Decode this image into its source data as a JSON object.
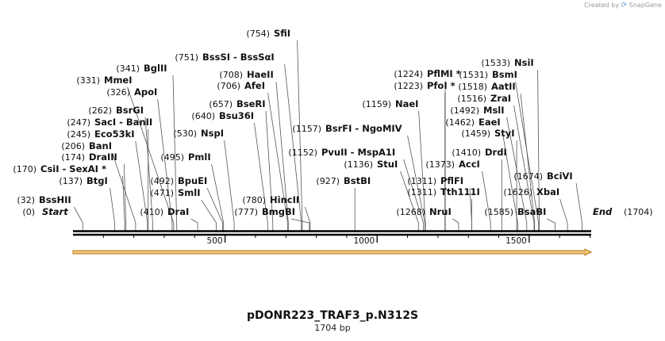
{
  "credit": {
    "prefix": "Created by",
    "brand": "SnapGene"
  },
  "plasmid": {
    "name": "pDONR223_TRAF3_p.N312S",
    "size_label": "1704 bp",
    "length": 1704
  },
  "ruler": {
    "ticks": [
      "500",
      "1000",
      "1500"
    ]
  },
  "ends": {
    "start": {
      "pos": "(0)",
      "label": "Start"
    },
    "end": {
      "pos": "(1704)",
      "label": "End"
    }
  },
  "colors": {
    "backbone": "#000000",
    "feature_fill": "#f2c77a",
    "feature_stroke": "#b37a18",
    "text": "#111111",
    "leader": "#555555"
  },
  "feature": {
    "direction": "forward",
    "start": 0,
    "end": 1704
  },
  "sites": [
    {
      "pos": "(32)",
      "name": "BssHII"
    },
    {
      "pos": "(137)",
      "name": "BtgI"
    },
    {
      "pos": "(170)",
      "name": "CsiI - SexAI *"
    },
    {
      "pos": "(174)",
      "name": "DraIII"
    },
    {
      "pos": "(206)",
      "name": "BanI"
    },
    {
      "pos": "(245)",
      "name": "Eco53kI"
    },
    {
      "pos": "(247)",
      "name": "SacI - BanII"
    },
    {
      "pos": "(262)",
      "name": "BsrGI"
    },
    {
      "pos": "(326)",
      "name": "ApoI"
    },
    {
      "pos": "(331)",
      "name": "MmeI"
    },
    {
      "pos": "(341)",
      "name": "BglII"
    },
    {
      "pos": "(410)",
      "name": "DraI"
    },
    {
      "pos": "(471)",
      "name": "SmlI"
    },
    {
      "pos": "(492)",
      "name": "BpuEI"
    },
    {
      "pos": "(495)",
      "name": "PmlI"
    },
    {
      "pos": "(530)",
      "name": "NspI"
    },
    {
      "pos": "(640)",
      "name": "Bsu36I"
    },
    {
      "pos": "(657)",
      "name": "BseRI"
    },
    {
      "pos": "(706)",
      "name": "AfeI"
    },
    {
      "pos": "(708)",
      "name": "HaeII"
    },
    {
      "pos": "(751)",
      "name": "BssSI - BssSαI"
    },
    {
      "pos": "(754)",
      "name": "SfiI"
    },
    {
      "pos": "(777)",
      "name": "BmgBI"
    },
    {
      "pos": "(780)",
      "name": "HincII"
    },
    {
      "pos": "(927)",
      "name": "BstBI"
    },
    {
      "pos": "(1136)",
      "name": "StuI"
    },
    {
      "pos": "(1152)",
      "name": "PvuII - MspA1I"
    },
    {
      "pos": "(1157)",
      "name": "BsrFI - NgoMIV"
    },
    {
      "pos": "(1159)",
      "name": "NaeI"
    },
    {
      "pos": "(1223)",
      "name": "PfoI *"
    },
    {
      "pos": "(1224)",
      "name": "PflMI *"
    },
    {
      "pos": "(1268)",
      "name": "NruI"
    },
    {
      "pos": "(1311)",
      "name": "PflFI"
    },
    {
      "pos": "(1311)",
      "name": "Tth111I"
    },
    {
      "pos": "(1373)",
      "name": "AccI"
    },
    {
      "pos": "(1410)",
      "name": "DrdI"
    },
    {
      "pos": "(1459)",
      "name": "StyI"
    },
    {
      "pos": "(1462)",
      "name": "EaeI"
    },
    {
      "pos": "(1492)",
      "name": "MslI"
    },
    {
      "pos": "(1516)",
      "name": "ZraI"
    },
    {
      "pos": "(1518)",
      "name": "AatII"
    },
    {
      "pos": "(1531)",
      "name": "BsmI"
    },
    {
      "pos": "(1533)",
      "name": "NsiI"
    },
    {
      "pos": "(1585)",
      "name": "BsaBI"
    },
    {
      "pos": "(1626)",
      "name": "XbaI"
    },
    {
      "pos": "(1674)",
      "name": "BciVI"
    }
  ]
}
